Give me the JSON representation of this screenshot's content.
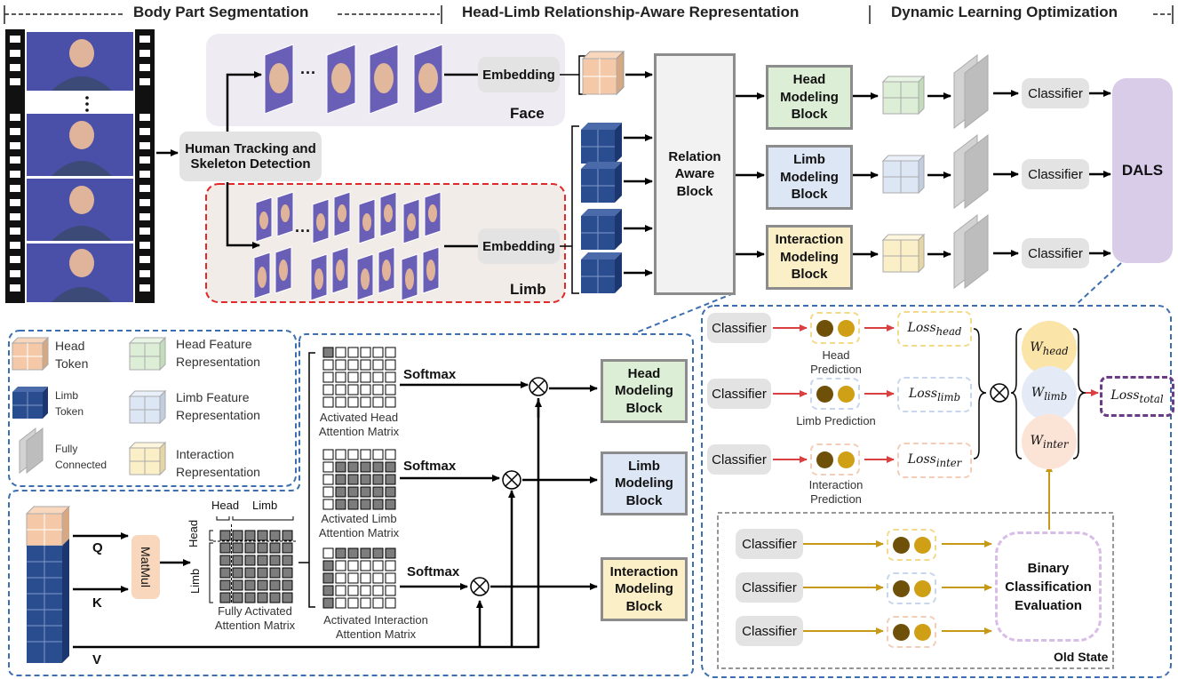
{
  "headers": {
    "segmentation": "Body Part Segmentation",
    "representation": "Head-Limb Relationship-Aware Representation",
    "optimization": "Dynamic Learning Optimization"
  },
  "segmentation": {
    "tracking_label": "Human Tracking and Skeleton Detection",
    "face_label": "Face",
    "limb_label": "Limb",
    "ellipsis": "···"
  },
  "representation": {
    "embedding_label": "Embedding",
    "relation_block": "Relation Aware Block",
    "head_block": "Head Modeling Block",
    "limb_block": "Limb Modeling Block",
    "interaction_block": "Interaction Modeling Block",
    "classifier_label": "Classifier",
    "dals_label": "DALS"
  },
  "legend": {
    "head_token": "Head Token",
    "limb_token": "Limb Token",
    "fully_connected": "Fully Connected",
    "head_feature": "Head Feature Representation",
    "limb_feature": "Limb Feature Representation",
    "interaction_rep": "Interaction Representation"
  },
  "attention": {
    "q_label": "Q",
    "k_label": "K",
    "v_label": "V",
    "matmul_label": "MatMul",
    "head_axis": "Head",
    "limb_axis": "Limb",
    "full_matrix": "Fully Activated Attention Matrix",
    "head_matrix": "Activated Head Attention Matrix",
    "limb_matrix": "Activated Limb Attention Matrix",
    "inter_matrix": "Activated Interaction Attention Matrix",
    "softmax": "Softmax",
    "head_block": "Head Modeling Block",
    "limb_block": "Limb Modeling Block",
    "interaction_block": "Interaction Modeling Block"
  },
  "dals": {
    "classifier_label": "Classifier",
    "head_prediction": "Head Prediction",
    "limb_prediction": "Limb Prediction",
    "interaction_prediction": "Interaction Prediction",
    "loss_head": {
      "base": "Loss",
      "sub": "head"
    },
    "loss_limb": {
      "base": "Loss",
      "sub": "limb"
    },
    "loss_inter": {
      "base": "Loss",
      "sub": "inter"
    },
    "w_head": {
      "base": "W",
      "sub": "head"
    },
    "w_limb": {
      "base": "W",
      "sub": "limb"
    },
    "w_inter": {
      "base": "W",
      "sub": "inter"
    },
    "loss_total": {
      "base": "Loss",
      "sub": "total"
    },
    "binary_eval": "Binary Classification Evaluation",
    "old_state": "Old State"
  },
  "colors": {
    "head_token": "#f5c9a8",
    "limb_token": "#2a4d8f",
    "head_feature": "#dcefd6",
    "limb_feature": "#dde6f5",
    "interaction": "#fbefc8",
    "dals_purple": "#d8cce8",
    "face_bg": "#efebf3",
    "limb_bg": "#f1ece7",
    "dashed_blue": "#3d6fb0",
    "red_arrow": "#d94141",
    "gold_arrow": "#c69a18",
    "dot_dark": "#6e5009",
    "dot_gold": "#cf9f16"
  }
}
